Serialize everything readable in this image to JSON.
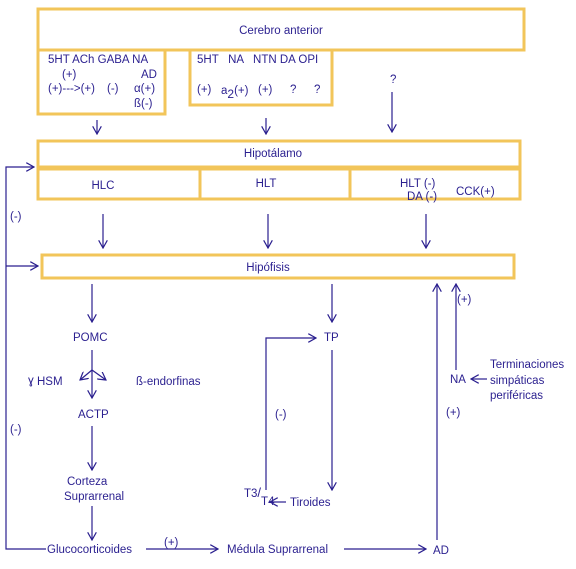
{
  "boxes": {
    "forebrain": "Cerebro anterior",
    "hypothalamus": "Hipotálamo",
    "hlc": "HLC",
    "hlt": "HLT",
    "hlt_neg": "HLT (-)",
    "da_neg": "DA (-)",
    "cck_pos": "CCK(+)",
    "pituitary": "Hipófisis"
  },
  "left_panel": {
    "header": "5HT ACh GABA NA",
    "ad": "AD",
    "plus": "(+)",
    "row": "(+)--->(+)",
    "minus": "(-)",
    "alpha": "α(+)",
    "beta": "ß(-)"
  },
  "mid_panel": {
    "header": "5HT   NA   NTN DA OPI",
    "plus1": "(+)",
    "a2": "a",
    "a2_sub": "2",
    "a2_sign": "(+)",
    "plus2": "(+)",
    "q1": "?",
    "q2": "?"
  },
  "right_q": "?",
  "nodes": {
    "pomc": "POMC",
    "hsm": "HSM",
    "hsm_symbol": "ɣ",
    "endorphins": "ß-endorfinas",
    "acth": "ACTP",
    "cortex_1": "Corteza",
    "cortex_2": "Suprarrenal",
    "glucocorticoids": "Glucocorticoides",
    "medulla": "Médula Suprarrenal",
    "ad": "AD",
    "tp": "TP",
    "t3": "T3",
    "slash": "/",
    "t4": "T4",
    "thyroid": "Tiroides",
    "na": "NA",
    "term_1": "Terminaciones",
    "term_2": "simpáticas",
    "term_3": "periféricas"
  },
  "signs": {
    "left_neg_top": "(-)",
    "left_neg_bottom": "(-)",
    "gluco_pos": "(+)",
    "tp_neg": "(-)",
    "ad_pos": "(+)",
    "na_pos": "(+)"
  },
  "colors": {
    "box_border": "#f2c55a",
    "text": "#2a1f8f"
  }
}
